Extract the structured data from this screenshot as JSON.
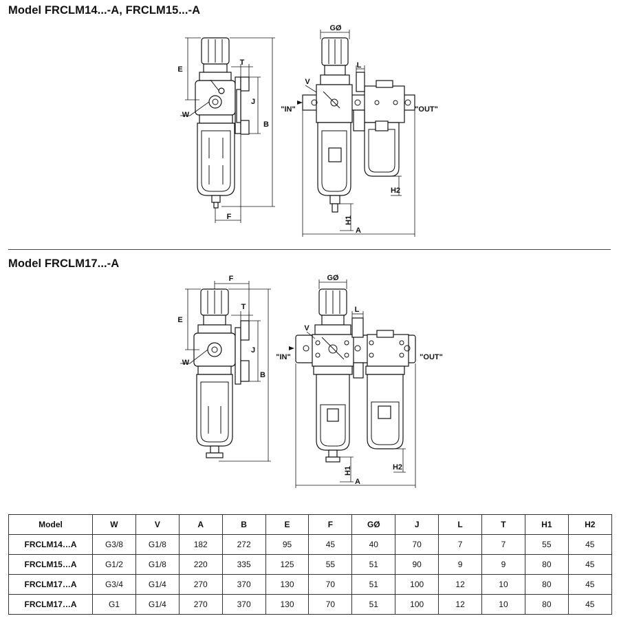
{
  "headings": {
    "top": "Model FRCLM14...-A, FRCLM15...-A",
    "bottom": "Model FRCLM17...-A"
  },
  "drawing_labels": {
    "E": "E",
    "W": "W",
    "T": "T",
    "J": "J",
    "B": "B",
    "F": "F",
    "G": "GØ",
    "V": "V",
    "L": "L",
    "IN": "\"IN\"",
    "OUT": "\"OUT\"",
    "H1": "H1",
    "H2": "H2",
    "A": "A"
  },
  "table": {
    "headers": [
      "Model",
      "W",
      "V",
      "A",
      "B",
      "E",
      "F",
      "GØ",
      "J",
      "L",
      "T",
      "H1",
      "H2"
    ],
    "rows": [
      [
        "FRCLM14…A",
        "G3/8",
        "G1/8",
        "182",
        "272",
        "95",
        "45",
        "40",
        "70",
        "7",
        "7",
        "55",
        "45"
      ],
      [
        "FRCLM15…A",
        "G1/2",
        "G1/8",
        "220",
        "335",
        "125",
        "55",
        "51",
        "90",
        "9",
        "9",
        "80",
        "45"
      ],
      [
        "FRCLM17…A",
        "G3/4",
        "G1/4",
        "270",
        "370",
        "130",
        "70",
        "51",
        "100",
        "12",
        "10",
        "80",
        "45"
      ],
      [
        "FRCLM17…A",
        "G1",
        "G1/4",
        "270",
        "370",
        "130",
        "70",
        "51",
        "100",
        "12",
        "10",
        "80",
        "45"
      ]
    ]
  }
}
